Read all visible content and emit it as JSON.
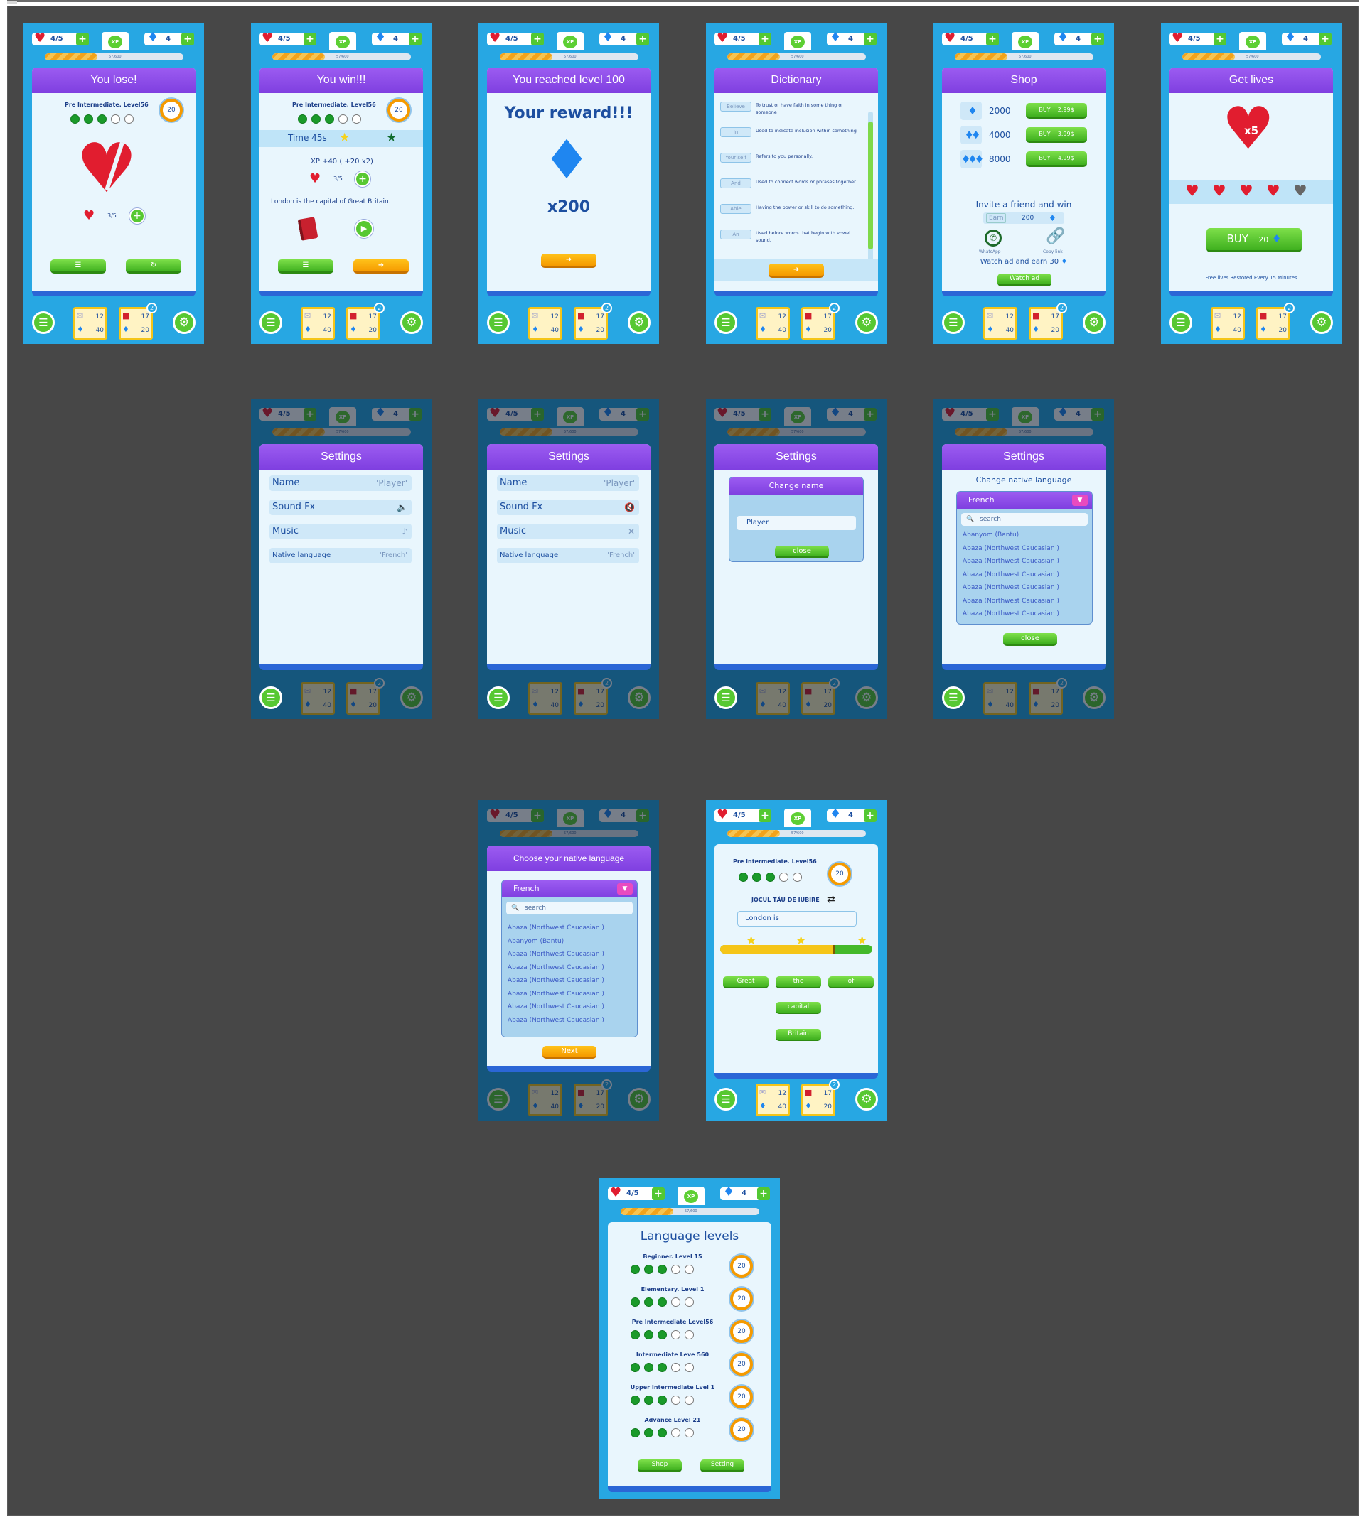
{
  "hud": {
    "lives": "4/5",
    "xp": "XP",
    "gems": "4",
    "xp_progress": 0.38,
    "xp_value": "57/600"
  },
  "bottom": {
    "card1_top": "12",
    "card1_bottom": "40",
    "card2_top": "17",
    "card2_bottom": "20",
    "badge": "2"
  },
  "lose": {
    "title": "You lose!",
    "level": "Pre Intermediate. Level56",
    "ring": "20",
    "lives": "3/5"
  },
  "win": {
    "title": "You win!!!",
    "level": "Pre Intermediate. Level56",
    "ring": "20",
    "time": "Time 45s",
    "xp": "XP +40 ( +20 x2)",
    "lives": "3/5",
    "sentence": "London is the capital of Great Britain."
  },
  "reward": {
    "title": "You reached level 100",
    "heading": "Your reward!!!",
    "amount": "x200"
  },
  "dictionary": {
    "title": "Dictionary",
    "entries": [
      {
        "word": "Believe",
        "def": "To trust or have faith in some thing or someone"
      },
      {
        "word": "In",
        "def": "Used to indicate inclusion within something"
      },
      {
        "word": "Your self",
        "def": "Refers to you personally."
      },
      {
        "word": "And",
        "def": "Used to connect words or phrases together."
      },
      {
        "word": "Able",
        "def": "Having the power or skill to do something."
      },
      {
        "word": "An",
        "def": "Used before words that begin with vowel sound."
      }
    ]
  },
  "shop": {
    "title": "Shop",
    "packs": [
      {
        "amount": "2000",
        "buy": "BUY",
        "price": "2.99$"
      },
      {
        "amount": "4000",
        "buy": "BUY",
        "price": "3.99$"
      },
      {
        "amount": "8000",
        "buy": "BUY",
        "price": "4.99$"
      }
    ],
    "invite": "Invite a friend and win",
    "earn": "Earn",
    "earn_value": "200",
    "whatsapp": "WhatsApp",
    "copy": "Copy link",
    "watch_text": "Watch ad and earn 30",
    "watch_btn": "Watch ad"
  },
  "getlives": {
    "title": "Get lives",
    "multiplier": "x5",
    "buy": "BUY",
    "price": "20",
    "note": "Free lives Restored Every 15 Minutes"
  },
  "settings": {
    "title": "Settings",
    "name_label": "Name",
    "name_value": "'Player'",
    "sound_label": "Sound Fx",
    "music_label": "Music",
    "lang_label": "Native language",
    "lang_value": "'French'",
    "change_name": "Change name",
    "player_placeholder": "Player",
    "close": "close",
    "change_lang": "Change native language"
  },
  "languages": {
    "selected": "French",
    "search": "search",
    "list_a": [
      "Abanyom (Bantu)",
      "Abaza (Northwest Caucasian )",
      "Abaza (Northwest Caucasian )",
      "Abaza (Northwest Caucasian )",
      "Abaza (Northwest Caucasian )",
      "Abaza (Northwest Caucasian )",
      "Abaza (Northwest Caucasian )"
    ],
    "list_b": [
      "Abaza (Northwest Caucasian )",
      "Abanyom (Bantu)",
      "Abaza (Northwest Caucasian )",
      "Abaza (Northwest Caucasian )",
      "Abaza (Northwest Caucasian )",
      "Abaza (Northwest Caucasian )",
      "Abaza (Northwest Caucasian )",
      "Abaza (Northwest Caucasian )"
    ],
    "choose_title": "Choose your native language",
    "next": "Next"
  },
  "play": {
    "level": "Pre Intermediate. Level56",
    "ring": "20",
    "phrase": "JOCUL TĂU DE IUBIRE",
    "input": "London is",
    "progress": 0.75,
    "words": [
      "Great",
      "the",
      "of",
      "capital",
      "Britain"
    ]
  },
  "levels": {
    "title": "Language levels",
    "items": [
      {
        "name": "Beginner. Level 15",
        "ring": "20"
      },
      {
        "name": "Elementary. Level 1",
        "ring": "20"
      },
      {
        "name": "Pre Intermediate Level56",
        "ring": "20"
      },
      {
        "name": "Intermediate Leve 560",
        "ring": "20"
      },
      {
        "name": "Upper Intermediate Lvel 1",
        "ring": "20"
      },
      {
        "name": "Advance Level 21",
        "ring": "20"
      }
    ],
    "shop_btn": "Shop",
    "setting_btn": "Setting"
  },
  "colors": {
    "screen_bg": "#27a7e3",
    "title_purple": "#8a4de6",
    "green": "#53c832",
    "orange": "#f59a00"
  }
}
